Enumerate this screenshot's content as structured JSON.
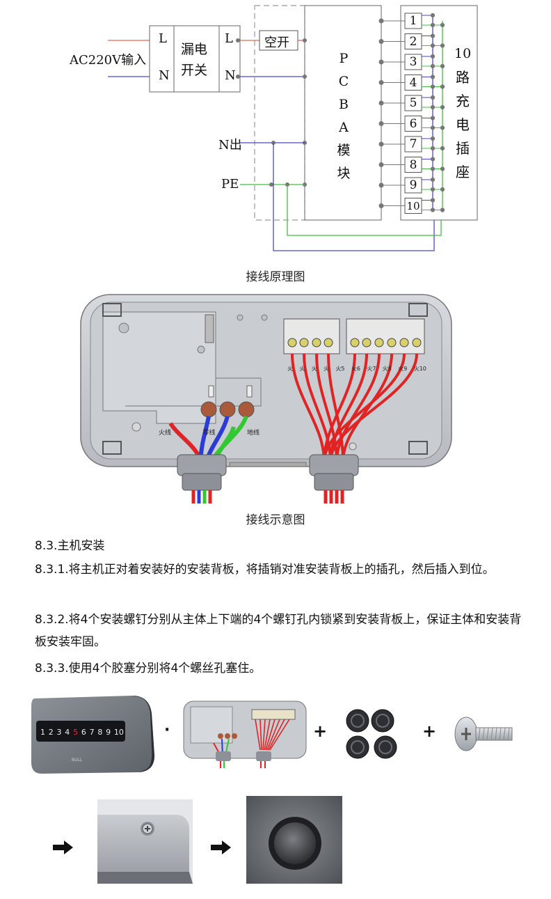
{
  "schematic": {
    "input_label": "AC220V输入",
    "L": "L",
    "N": "N",
    "leakage_switch_line1": "漏电",
    "leakage_switch_line2": "开关",
    "breaker": "空开",
    "n_out": "N出",
    "pe": "PE",
    "pcba_letters": [
      "P",
      "C",
      "B",
      "A",
      "模",
      "块"
    ],
    "sockets": [
      "1",
      "2",
      "3",
      "4",
      "5",
      "6",
      "7",
      "8",
      "9",
      "10"
    ],
    "right_label_number": "10",
    "right_label_chars": [
      "路",
      "充",
      "电",
      "插",
      "座"
    ]
  },
  "caption_schematic": "接线原理图",
  "caption_wiring": "接线示意图",
  "wiring_labels": {
    "left_group": [
      "火线",
      "零线",
      "地线"
    ],
    "terminal_bottom": [
      "火",
      "火",
      "火",
      "火",
      "火5",
      "火6",
      "火7",
      "火8",
      "火9",
      "火10"
    ]
  },
  "section": {
    "heading": "8.3.主机安装",
    "step1": "8.3.1.将主机正对着安装好的安装背板，将插销对准安装背板上的插孔，然后插入到位。",
    "step2": "8.3.2.将4个安装螺钉分别从主体上下端的4个螺钉孔内锁紧到安装背板上，保证主体和安装背板安装牢固。",
    "step3": "8.3.3.使用4个胶塞分别将4个螺丝孔塞住。"
  },
  "device_display": [
    "1",
    "2",
    "3",
    "4",
    "5",
    "6",
    "7",
    "8",
    "9",
    "10"
  ],
  "device_brand": "BULL",
  "operators": {
    "dot": "·",
    "plus": "+"
  },
  "colors": {
    "line_red": "#e26a5a",
    "line_blue": "#4a46c8",
    "line_green": "#3fbf3f",
    "wire_red": "#e02424",
    "wire_blue": "#2a3bd8",
    "wire_green": "#32c832",
    "panel_gray": "#c4c7cc"
  }
}
